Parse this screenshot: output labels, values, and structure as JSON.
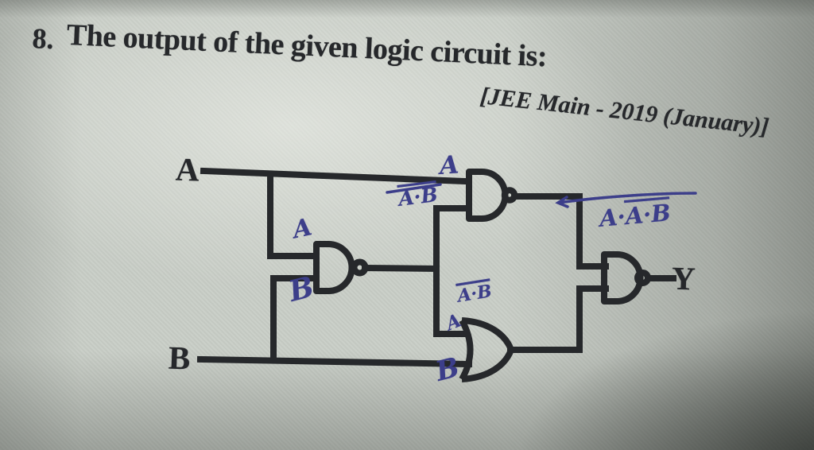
{
  "question": {
    "number": "8.",
    "text": "The output of the given logic circuit is:"
  },
  "attribution": "[JEE Main - 2019 (January)]",
  "circuit": {
    "labels": {
      "input_a": "A",
      "input_b": "B",
      "output": "Y"
    },
    "gates": [
      {
        "id": "nand-top",
        "type": "NAND"
      },
      {
        "id": "nand-middle",
        "type": "NAND"
      },
      {
        "id": "or-bottom",
        "type": "OR"
      },
      {
        "id": "nand-final",
        "type": "NAND"
      }
    ],
    "annotations": {
      "mid_gate_top_input": "A",
      "mid_gate_bottom_input": "B",
      "mid_gate_output": "A·B",
      "top_gate_top_input": "A",
      "final_gate_input_prefix": "A·",
      "final_gate_input_overlined": "A·B",
      "or_gate_top_input": "A·B",
      "or_gate_top_input_letter": "A",
      "or_gate_bottom_input": "B"
    },
    "ink_colors": {
      "printed_ink": "#26282b",
      "handwritten_ink": "#3c3e8a"
    }
  }
}
